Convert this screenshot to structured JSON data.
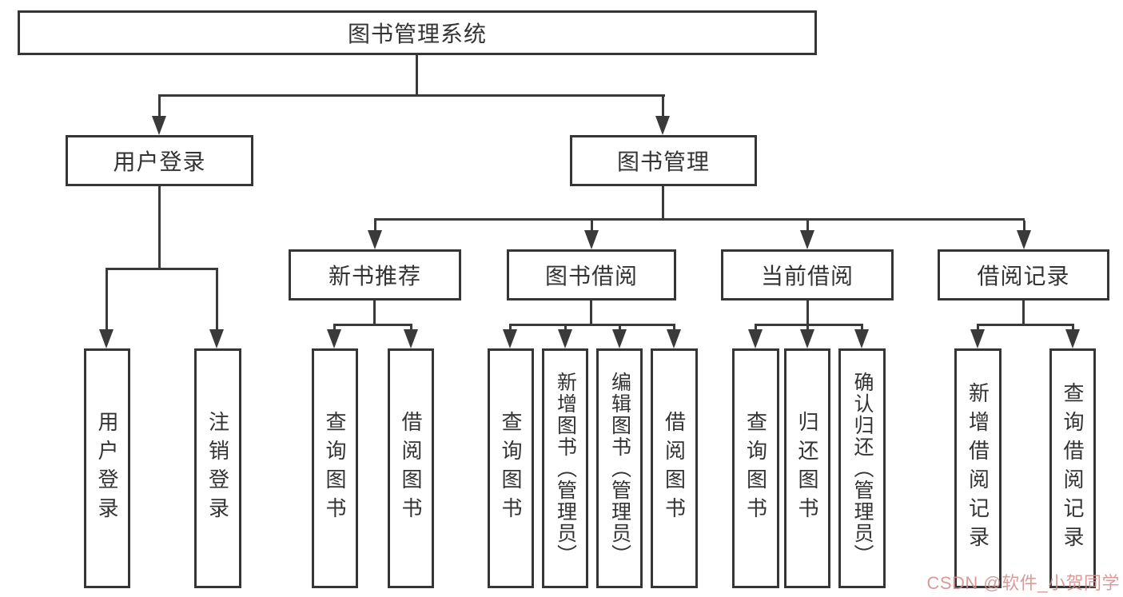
{
  "diagram": {
    "title": "图书管理系统",
    "type": "hierarchy-tree",
    "tree": {
      "label": "图书管理系统",
      "children": [
        {
          "label": "用户登录",
          "children": [
            {
              "label": "用户登录"
            },
            {
              "label": "注销登录"
            }
          ]
        },
        {
          "label": "图书管理",
          "children": [
            {
              "label": "新书推荐",
              "children": [
                {
                  "label": "查询图书"
                },
                {
                  "label": "借阅图书"
                }
              ]
            },
            {
              "label": "图书借阅",
              "children": [
                {
                  "label": "查询图书"
                },
                {
                  "label": "新增图书（管理员）"
                },
                {
                  "label": "编辑图书（管理员）"
                },
                {
                  "label": "借阅图书"
                }
              ]
            },
            {
              "label": "当前借阅",
              "children": [
                {
                  "label": "查询图书"
                },
                {
                  "label": "归还图书"
                },
                {
                  "label": "确认归还（管理员）"
                }
              ]
            },
            {
              "label": "借阅记录",
              "children": [
                {
                  "label": "新增借阅记录"
                },
                {
                  "label": "查询借阅记录"
                }
              ]
            }
          ]
        }
      ]
    },
    "watermark": "CSDN @软件_小贺同学",
    "colors": {
      "background": "#ffffff",
      "line": "#3a3a3a",
      "box_border": "#363636",
      "text": "#333333",
      "watermark": "#d68c8c"
    }
  }
}
